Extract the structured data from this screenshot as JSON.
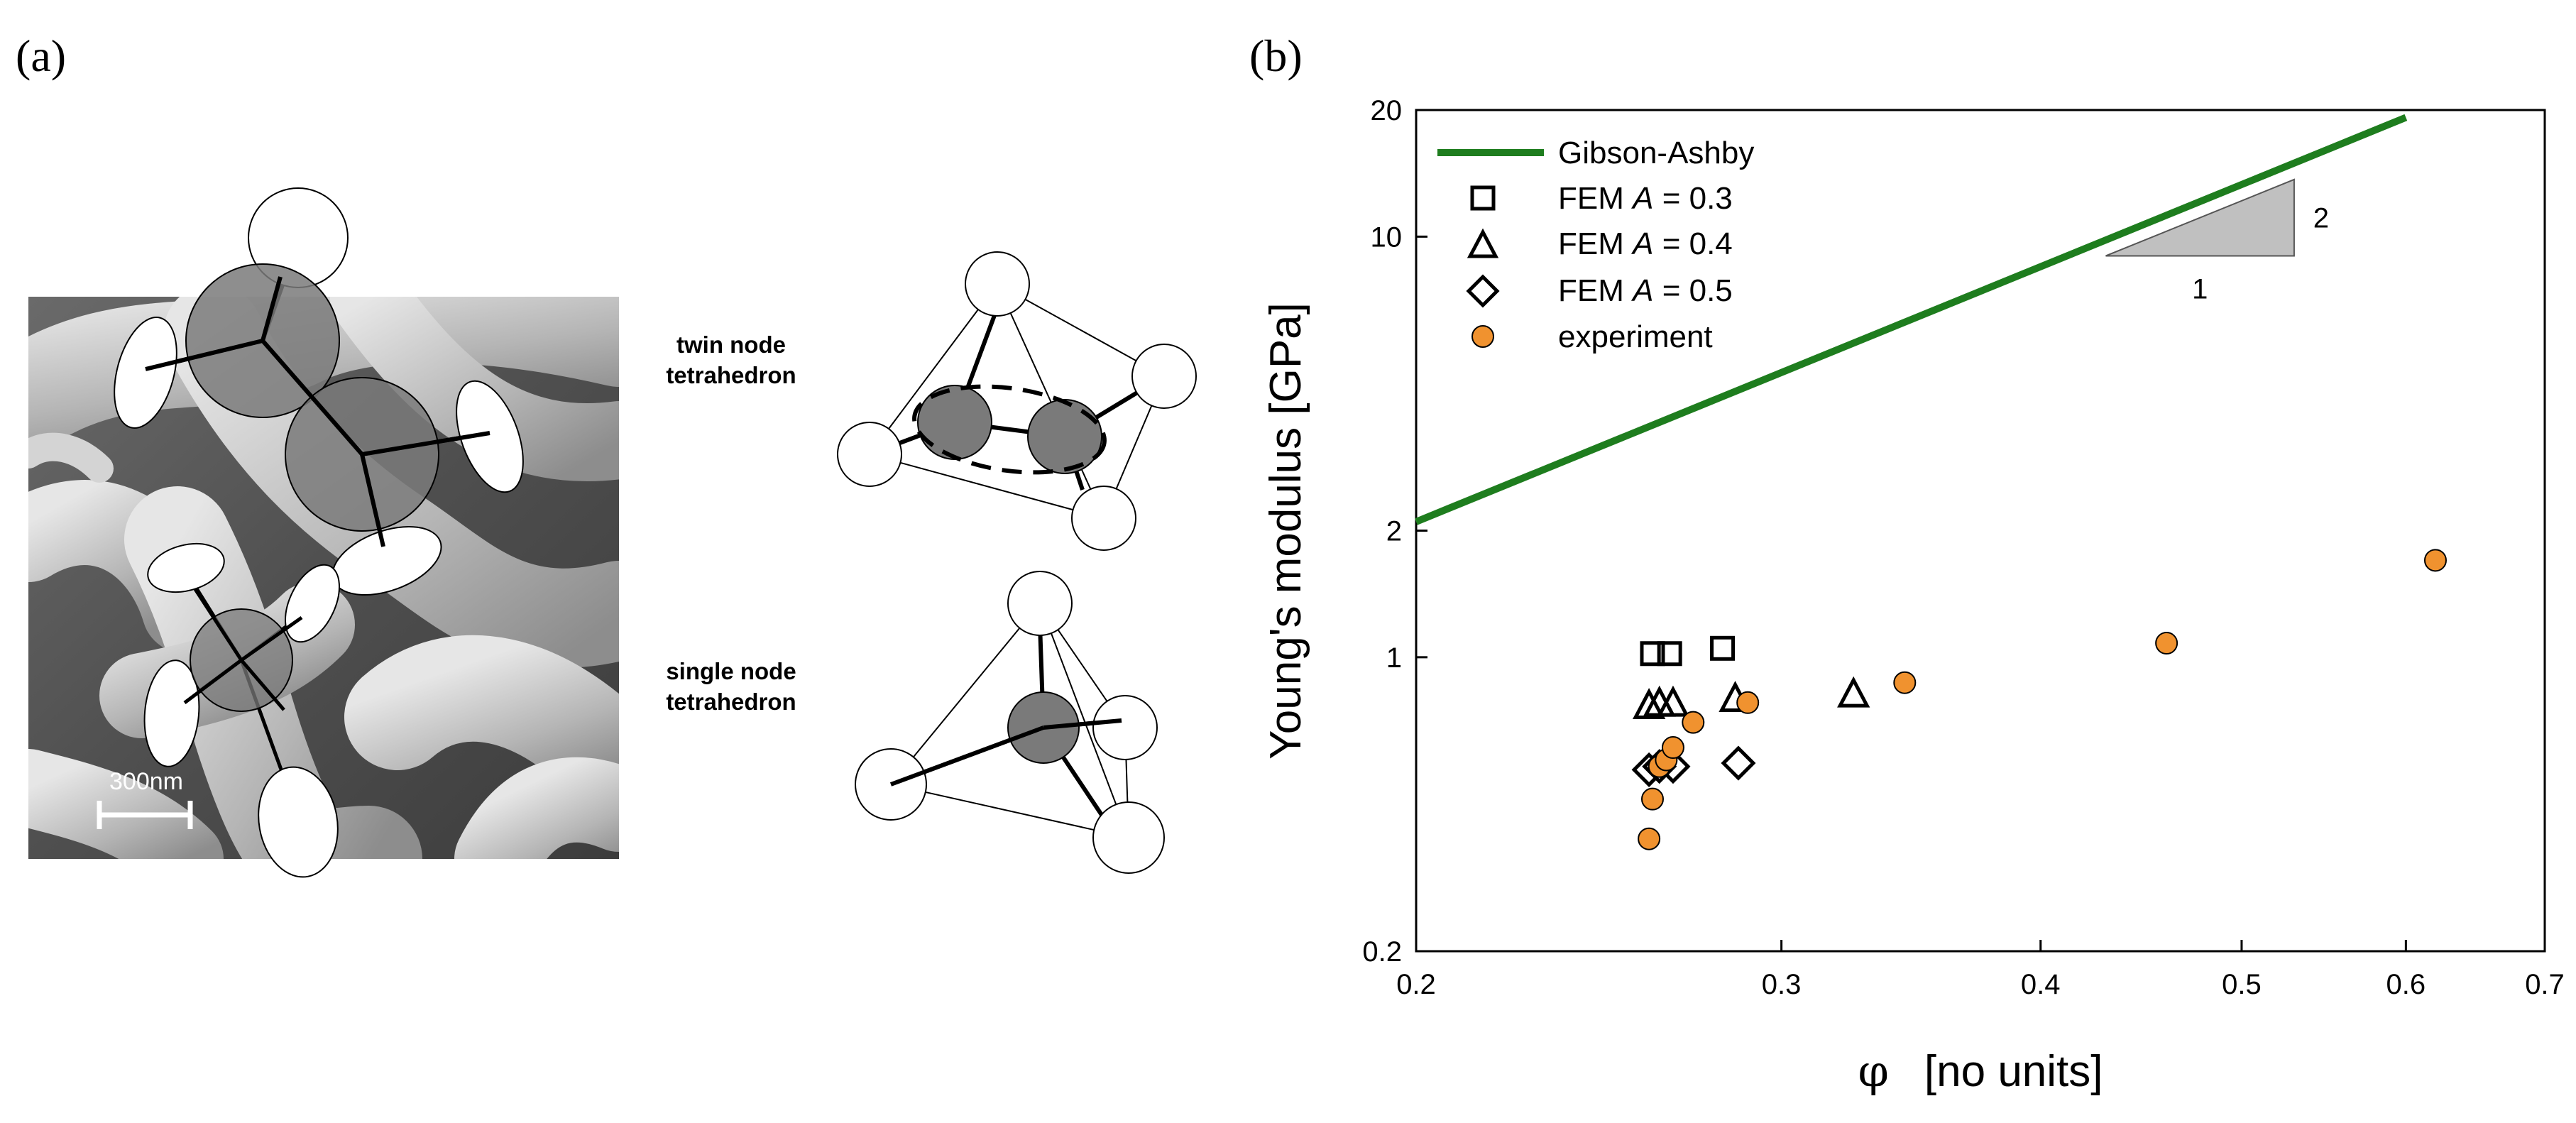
{
  "panels": {
    "a_label": "(a)",
    "b_label": "(b)"
  },
  "micrograph": {
    "scale_bar_label": "300nm"
  },
  "tetrahedra": {
    "twin": {
      "line1": "twin node",
      "line2": "tetrahedron"
    },
    "single": {
      "line1": "single node",
      "line2": "tetrahedron"
    }
  },
  "slope_triangle": {
    "run": "1",
    "rise": "2"
  },
  "colors": {
    "gibson_ashby": "#1e7d1e",
    "experiment_fill": "#f0922f",
    "marker_stroke": "#000000",
    "node_gray": "#7a7a7a"
  },
  "chart_data": {
    "type": "scatter",
    "xscale": "log",
    "yscale": "log",
    "xlim": [
      0.2,
      0.7
    ],
    "ylim": [
      0.2,
      20
    ],
    "xticks": [
      0.2,
      0.3,
      0.4,
      0.5,
      0.6,
      0.7
    ],
    "xtick_labels": [
      "0.2",
      "0.3",
      "0.4",
      "0.5",
      "0.6",
      "0.7"
    ],
    "yticks": [
      0.2,
      1,
      2,
      10,
      20
    ],
    "ytick_labels": [
      "0.2",
      "1",
      "2",
      "10",
      "20"
    ],
    "xlabel_symbol": "φ",
    "xlabel_units": "[no units]",
    "ylabel": "Young's modulus  [GPa]",
    "legend_position": "top-left",
    "grid": false,
    "series": [
      {
        "name": "Gibson-Ashby",
        "kind": "line",
        "x": [
          0.2,
          0.6
        ],
        "y": [
          2.1,
          19.2
        ]
      },
      {
        "name_prefix": "FEM ",
        "name_var": "A",
        "name_suffix": " = 0.3",
        "kind": "square",
        "x": [
          0.26,
          0.265,
          0.281
        ],
        "y": [
          1.02,
          1.02,
          1.05
        ]
      },
      {
        "name_prefix": "FEM ",
        "name_var": "A",
        "name_suffix": " = 0.4",
        "kind": "triangle",
        "x": [
          0.259,
          0.262,
          0.266,
          0.285,
          0.325
        ],
        "y": [
          0.76,
          0.77,
          0.77,
          0.79,
          0.81
        ]
      },
      {
        "name_prefix": "FEM ",
        "name_var": "A",
        "name_suffix": " = 0.5",
        "kind": "diamond",
        "x": [
          0.259,
          0.262,
          0.266,
          0.286
        ],
        "y": [
          0.54,
          0.55,
          0.55,
          0.56
        ]
      },
      {
        "name": "experiment",
        "kind": "circle",
        "x": [
          0.259,
          0.26,
          0.262,
          0.264,
          0.266,
          0.272,
          0.289,
          0.344,
          0.46,
          0.62
        ],
        "y": [
          0.37,
          0.46,
          0.55,
          0.57,
          0.61,
          0.7,
          0.78,
          0.87,
          1.08,
          1.7
        ]
      }
    ],
    "slope_triangle_data": {
      "x": [
        0.43,
        0.53
      ],
      "y_base": 9.0,
      "slope": 2
    }
  }
}
